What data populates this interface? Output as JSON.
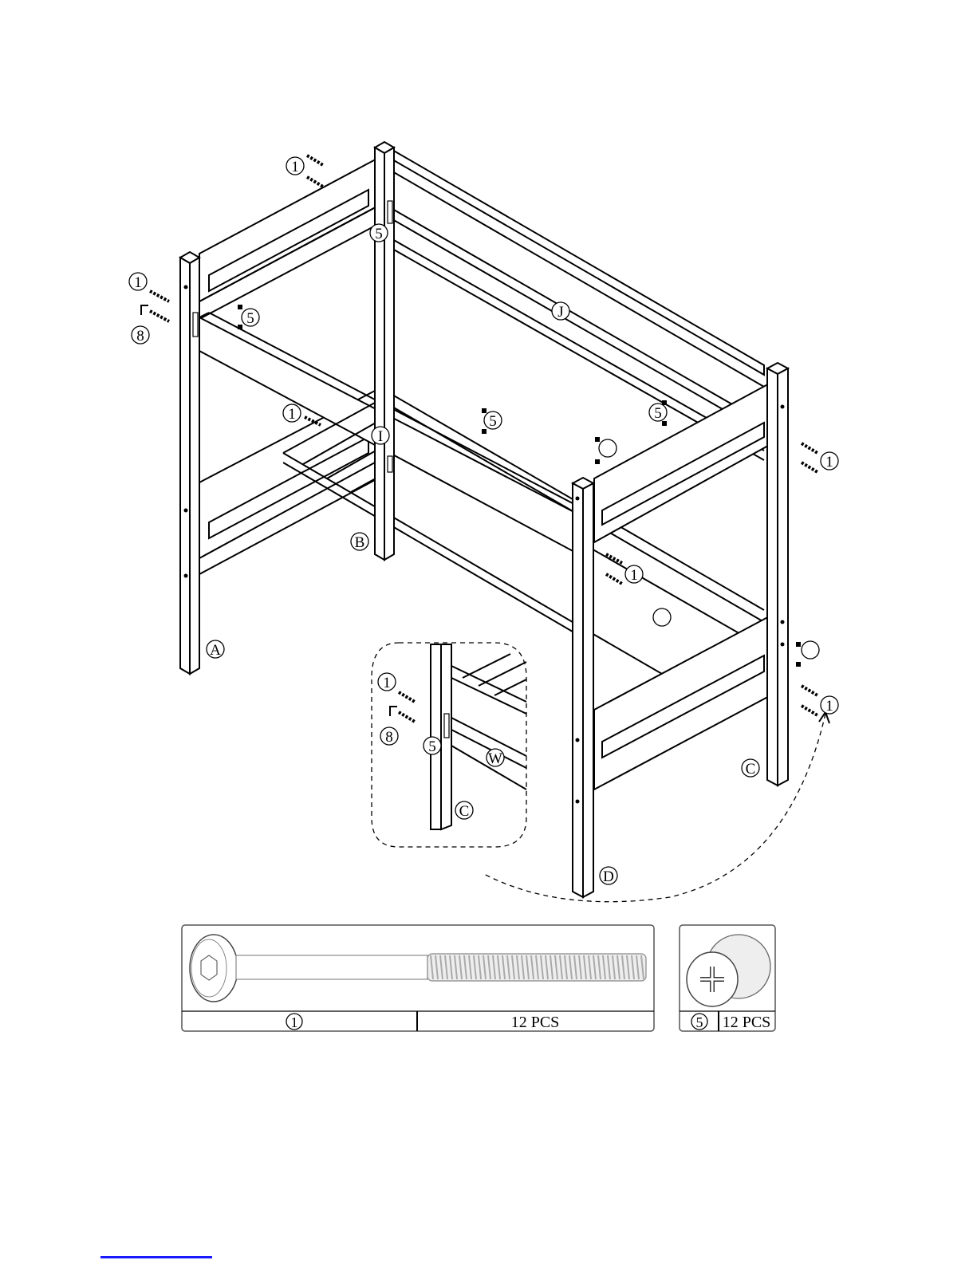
{
  "labels": {
    "bolt_code": "1",
    "cam_code": "5",
    "wrench_code": "8",
    "post_a": "A",
    "post_b": "B",
    "post_c": "C",
    "post_d": "D",
    "rail_i": "I",
    "rail_j": "J",
    "rail_w": "W"
  },
  "parts_table": {
    "bolt": {
      "code": "1",
      "quantity": "12 PCS"
    },
    "cam": {
      "code": "5",
      "quantity": "12 PCS"
    }
  }
}
